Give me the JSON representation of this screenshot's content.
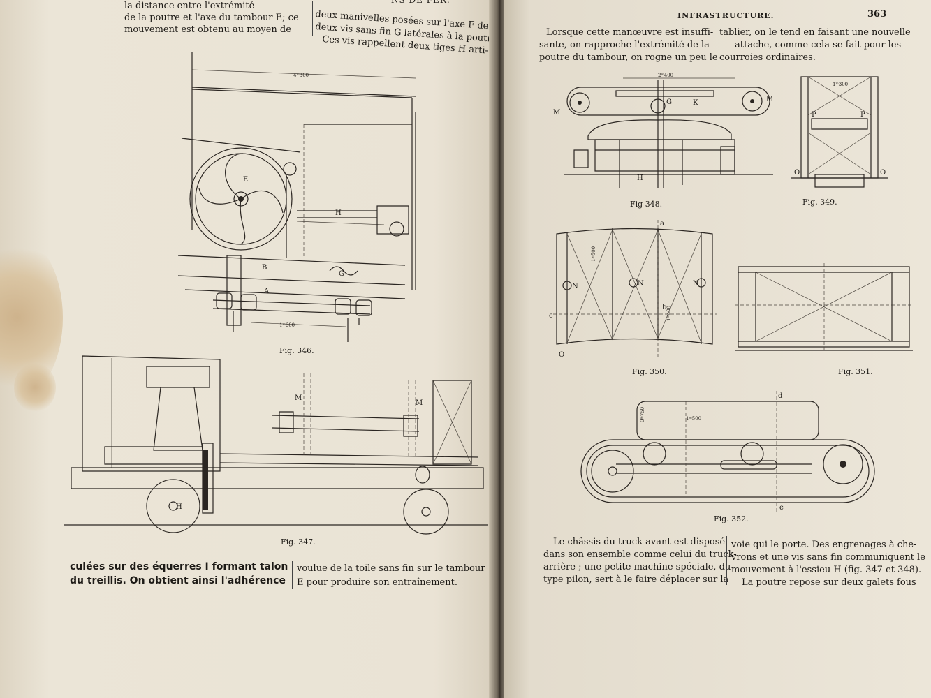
{
  "left_page": {
    "header_fragment": "NS DE FER.",
    "top_col1": [
      "la distance entre l'extrémité",
      "de la poutre et l'axe du tambour E; ce",
      "mouvement est obtenu au moyen de"
    ],
    "top_col2": [
      "deux manivelles posées sur l'axe F de",
      "deux vis sans fin G latérales à la poutre.",
      "Ces vis rappellent deux tiges H arti-"
    ],
    "fig346": {
      "caption": "Fig. 346.",
      "labels": {
        "E": "E",
        "H": "H",
        "B": "B",
        "A": "A",
        "G": "G",
        "dim_top": "4ᵐ300",
        "dim_bottom": "1ᵐ600"
      }
    },
    "fig347": {
      "caption": "Fig. 347.",
      "labels": {
        "M1": "M",
        "M2": "M",
        "H": "H"
      }
    },
    "bottom_col1": [
      "culées sur des équerres I formant talon",
      "du treillis. On obtient ainsi l'adhérence"
    ],
    "bottom_col2": [
      "voulue de la toile sans fin sur le tambour",
      "E pour produire son entraînement."
    ]
  },
  "right_page": {
    "running_head": "INFRASTRUCTURE.",
    "page_number": "363",
    "top_col1": [
      "Lorsque cette manœuvre est insuffi-",
      "sante, on rapproche l'extrémité de la",
      "poutre du tambour, on rogne un peu le"
    ],
    "top_col2": [
      "tablier, on le tend en faisant une nouvelle",
      "attache, comme cela se fait pour les",
      "courroies ordinaires."
    ],
    "fig348": {
      "caption": "Fig 348.",
      "labels": {
        "M1": "M",
        "M2": "M",
        "K": "K",
        "G": "G",
        "H": "H",
        "dim": "2ᵐ400"
      }
    },
    "fig349": {
      "caption": "Fig. 349.",
      "labels": {
        "P1": "P",
        "P2": "P",
        "O1": "O",
        "O2": "O",
        "dim": "1ᵐ300"
      }
    },
    "fig350": {
      "caption": "Fig. 350.",
      "labels": {
        "a": "a",
        "b": "b",
        "c": "c",
        "N1": "N",
        "N2": "N",
        "N3": "N",
        "O": "O",
        "dim1": "1ᵐ500",
        "dim2": "1ᵐ400"
      }
    },
    "fig351": {
      "caption": "Fig. 351."
    },
    "fig352": {
      "caption": "Fig. 352.",
      "labels": {
        "d": "d",
        "e": "e",
        "dim1": "1ᵐ500",
        "dim2": "0ᵐ750"
      }
    },
    "bottom_col1": [
      "Le châssis du truck-avant est disposé",
      "dans son ensemble comme celui du truck-",
      "arrière ; une petite machine spéciale, du",
      "type pilon, sert à le faire déplacer sur la"
    ],
    "bottom_col2": [
      "voie qui le porte. Des engrenages à che-",
      "vrons et une vis sans fin communiquent le",
      "mouvement à l'essieu H (fig. 347 et 348).",
      "La poutre repose sur deux galets fous"
    ]
  }
}
